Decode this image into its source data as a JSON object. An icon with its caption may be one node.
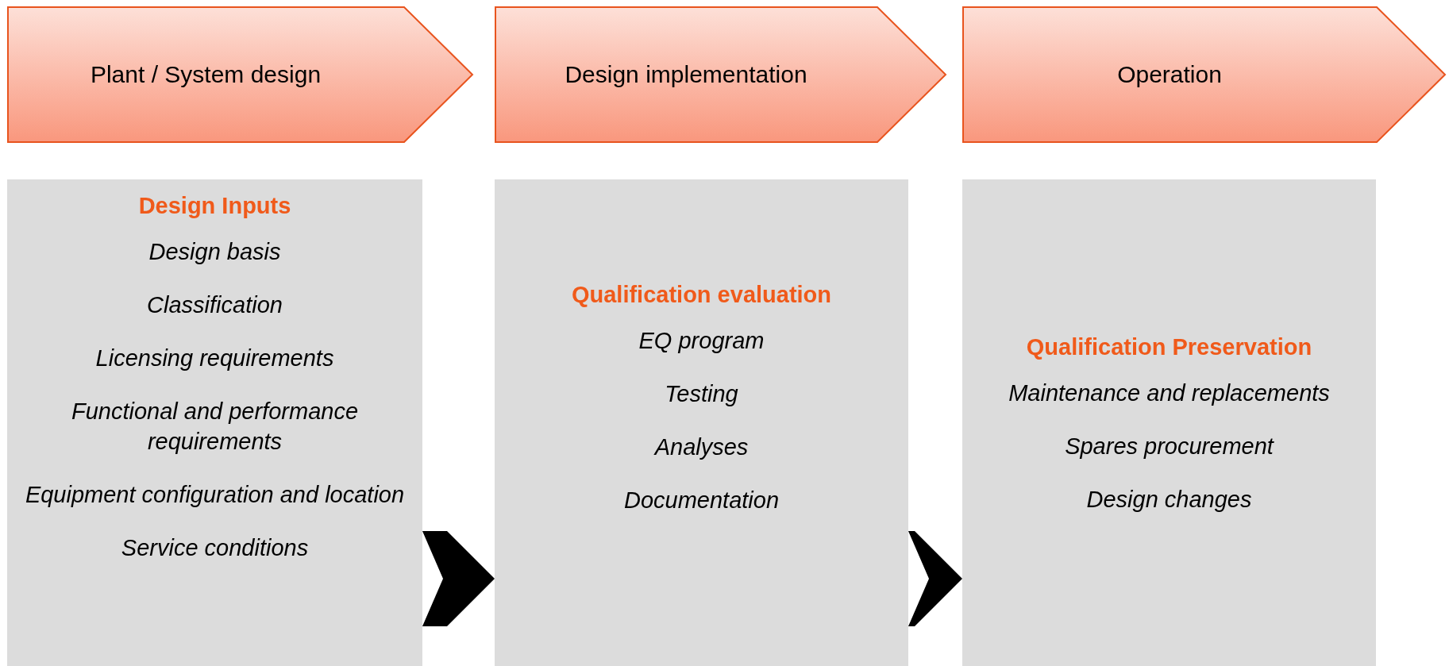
{
  "diagram": {
    "nodes": [
      {
        "text": [
          "Plant / System design"
        ]
      },
      {
        "text": [
          "Design implementation"
        ]
      },
      {
        "text": [
          "Operation"
        ]
      },
      {
        "text": [
          "Design Inputs",
          "Design basis",
          "Classification",
          "Licensing requirements",
          "Functional and performance requirements",
          "Equipment configuration and location",
          "Service conditions"
        ]
      },
      {
        "text": [
          "Qualification evaluation",
          "EQ program",
          "Testing",
          "Analyses",
          "Documentation"
        ]
      },
      {
        "text": [
          "Qualification Preservation",
          "Maintenance and replacements",
          "Spares procurement",
          "Design changes"
        ]
      }
    ],
    "edges": [
      {
        "from": 3,
        "to": 4,
        "arrow": "to",
        "style": "thick"
      },
      {
        "from": 4,
        "to": 5,
        "arrow": "to",
        "style": "thick"
      }
    ]
  }
}
